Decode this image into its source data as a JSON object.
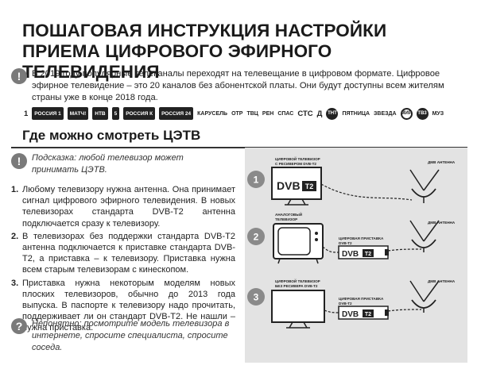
{
  "title": "ПОШАГОВАЯ ИНСТРУКЦИЯ НАСТРОЙКИ ПРИЕМА ЦИФРОВОГО ЭФИРНОГО ТЕЛЕВИДЕНИЯ",
  "intro": "В 2019 году популярные телеканалы переходят на телевещание в цифровом формате. Цифровое эфирное телевидение – это 20 каналов без абонентской платы. Они будут доступны всем жителям страны уже в конце 2018 года.",
  "channels": [
    "1",
    "РОССИЯ 1",
    "МАТЧ!",
    "НТВ",
    "5",
    "РОССИЯ К",
    "РОССИЯ 24",
    "КАРУСЕЛЬ",
    "ОТР",
    "ТВЦ",
    "РЕН",
    "СПАС",
    "СТС",
    "Д",
    "ТНТ",
    "ПЯТНИЦА",
    "ЗВЕЗДА",
    "МИР",
    "ТВ3",
    "МУЗ"
  ],
  "section_title": "Где можно смотреть ЦЭТВ",
  "hint": "Подсказка: любой телевизор может принимать ЦЭТВ.",
  "steps": [
    {
      "num": "1.",
      "text": "Любому телевизору нужна антенна. Она принимает сигнал цифрового эфирного телевидения. В новых телевизорах стандарта DVB-T2 антенна подключается сразу к телевизору."
    },
    {
      "num": "2.",
      "text": "В телевизорах без поддержки стандарта DVB-T2 антенна подключается к приставке стандарта DVB-T2, а приставка – к телевизору. Приставка нужна всем старым телевизорам с кинескопом."
    },
    {
      "num": "3.",
      "text": "Приставка нужна некоторым моделям новых плоских телевизоров, обычно до 2013 года выпуска. В паспорте к телевизору надо прочитать, поддерживает ли он стандарт DVB-T2. Не нашли – нужна приставка."
    }
  ],
  "footer": "Непонятно: посмотрите модель телевизора в интернете, спросите специалиста, спросите соседа.",
  "diagram": {
    "row1": {
      "num": "1",
      "tv_label_1": "ЦИФРОВОЙ ТЕЛЕВИЗОР",
      "tv_label_2": "С РЕСИВЕРОМ DVB-T2",
      "antenna_label": "ДМВ АНТЕННА"
    },
    "row2": {
      "num": "2",
      "tv_label_1": "АНАЛОГОВЫЙ",
      "tv_label_2": "ТЕЛЕВИЗОР",
      "box_label_1": "ЦИФРОВАЯ ПРИСТАВКА",
      "box_label_2": "DVB-T2",
      "antenna_label": "ДМВ АНТЕННА"
    },
    "row3": {
      "num": "3",
      "tv_label_1": "ЦИФРОВОЙ ТЕЛЕВИЗОР",
      "tv_label_2": "БЕЗ РЕСИВЕРА DVB-T2",
      "box_label_1": "ЦИФРОВАЯ ПРИСТАВКА",
      "box_label_2": "DVB-T2",
      "antenna_label": "ДМВ АНТЕННА"
    },
    "dvb_main": "DVB",
    "dvb_t2": "T2"
  },
  "colors": {
    "badge": "#7a7a7a",
    "panel": "#e3e3e3",
    "text": "#1a1a1a"
  }
}
